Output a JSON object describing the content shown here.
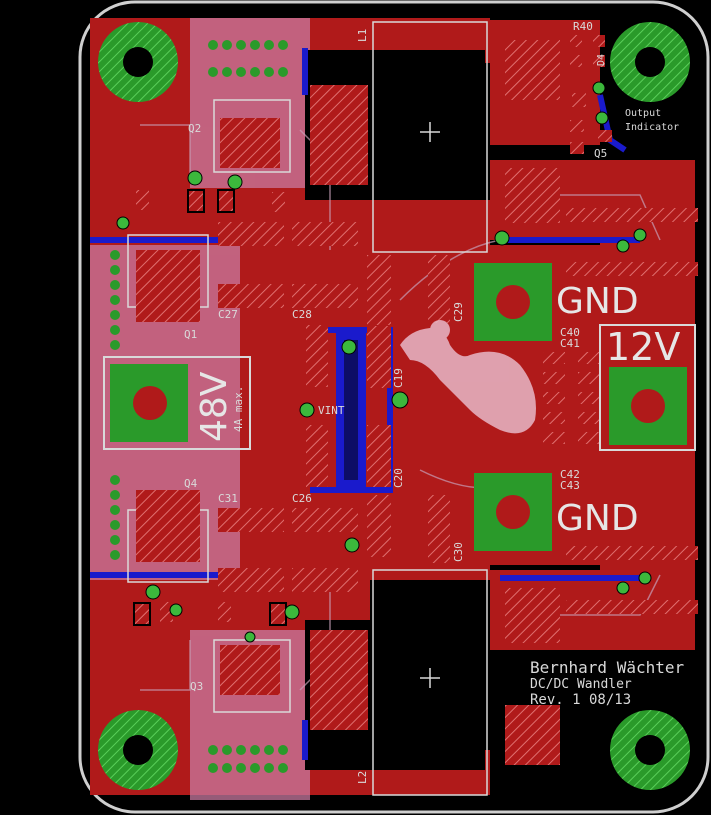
{
  "board": {
    "author": "Bernhard Wächter",
    "project": "DC/DC Wandler",
    "revision": "Rev. 1 08/13"
  },
  "terminals": {
    "input_voltage": "48V",
    "input_note": "4A max.",
    "output_voltage": "12V",
    "gnd_top": "GND",
    "gnd_bottom": "GND"
  },
  "indicator": {
    "line1": "Output",
    "line2": "Indicator"
  },
  "net_label": "VINT",
  "designators": {
    "q1": "Q1",
    "q2": "Q2",
    "q3": "Q3",
    "q4": "Q4",
    "q5": "Q5",
    "l1": "L1",
    "l2": "L2",
    "r40": "R40",
    "d4": "D4",
    "c19": "C19",
    "c20": "C20",
    "c26": "C26",
    "c27": "C27",
    "c28": "C28",
    "c29": "C29",
    "c30": "C30",
    "c31": "C31",
    "c40": "C40",
    "c41": "C41",
    "c42": "C42",
    "c43": "C43"
  },
  "colors": {
    "background": "#000000",
    "outline": "#cfcfcf",
    "copper_top": "#b01a1a",
    "copper_bottom": "#1a1acc",
    "pad": "#2a9a2a",
    "via_ring": "#3cb83c",
    "silkscreen": "#d9d9d9",
    "keepout": "#c87aa0"
  }
}
